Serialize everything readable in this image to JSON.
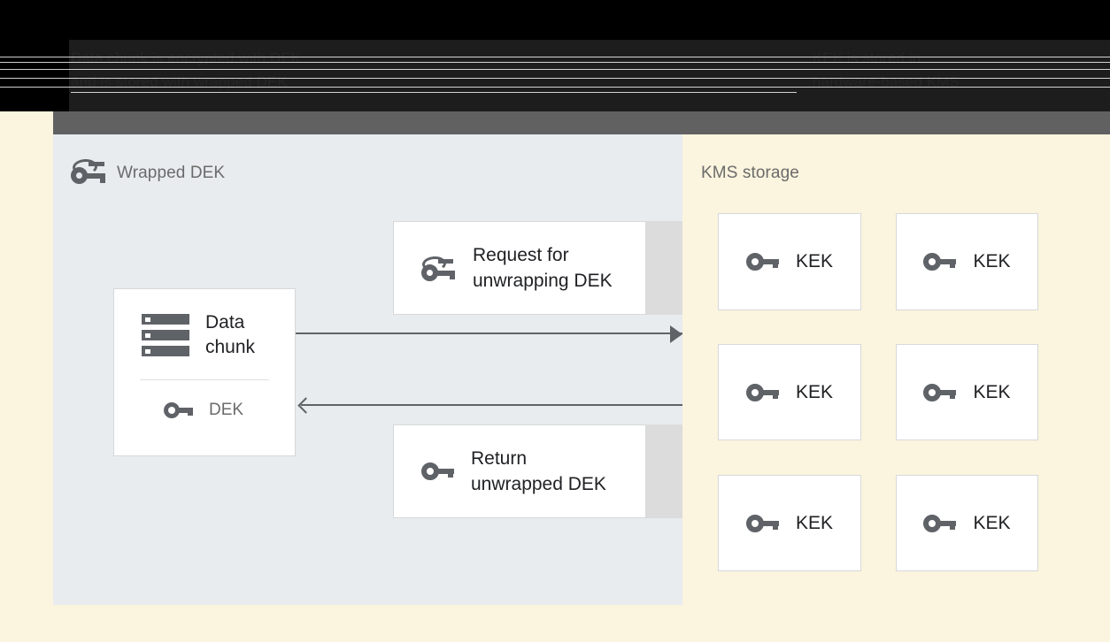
{
  "header": {
    "caption_left": "Data chunk is encrypted with DEK\nand is stored with wrapped DEK",
    "caption_right": "KEK is stored in\nhardware-based KMS"
  },
  "left_panel": {
    "title": "Wrapped DEK",
    "title_icon": "wrapped-key-icon",
    "data_chunk_card": {
      "icon": "server-icon",
      "label": "Data\nchunk",
      "dek_icon": "key-icon",
      "dek_label": "DEK"
    },
    "request_card": {
      "icon": "wrapped-key-icon",
      "label": "Request for\nunwrapping DEK"
    },
    "return_card": {
      "icon": "key-icon",
      "label": "Return\nunwrapped DEK"
    },
    "arrows": [
      {
        "name": "request-arrow",
        "direction": "right"
      },
      {
        "name": "return-arrow",
        "direction": "left"
      }
    ]
  },
  "right_panel": {
    "title": "KMS storage",
    "kek_cards": [
      {
        "icon": "key-icon",
        "label": "KEK"
      },
      {
        "icon": "key-icon",
        "label": "KEK"
      },
      {
        "icon": "key-icon",
        "label": "KEK"
      },
      {
        "icon": "key-icon",
        "label": "KEK"
      },
      {
        "icon": "key-icon",
        "label": "KEK"
      },
      {
        "icon": "key-icon",
        "label": "KEK"
      }
    ]
  },
  "colors": {
    "left_panel_bg": "#e8ecef",
    "right_panel_bg": "#fbf4de",
    "band_gray": "#dcdcdc",
    "icon_gray": "#5f6368",
    "header_gray": "#616161",
    "text_dark": "#202124",
    "text_muted": "#6b6b6b"
  }
}
